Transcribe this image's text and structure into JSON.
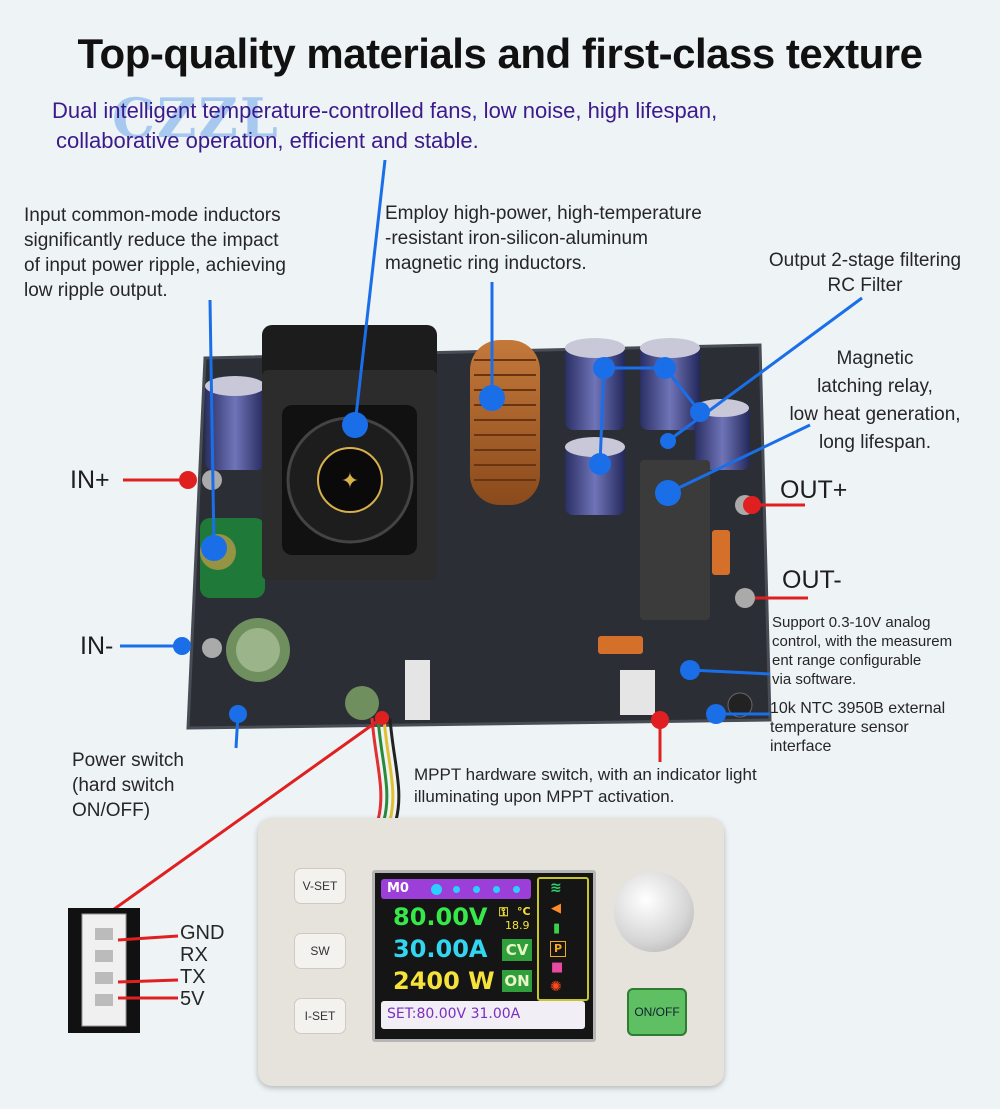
{
  "header": {
    "title": "Top-quality materials and first-class texture",
    "subtitle_line1": "Dual intelligent temperature-controlled fans, low noise, high lifespan,",
    "subtitle_line2": "collaborative operation, efficient and stable.",
    "watermark": "CZZL"
  },
  "callouts": {
    "inductor_input": [
      "Input common-mode inductors",
      "significantly reduce the impact",
      "of input power ripple, achieving",
      "low ripple output."
    ],
    "ring_inductor": [
      "Employ high-power, high-temperature",
      "-resistant iron-silicon-aluminum",
      "magnetic ring inductors."
    ],
    "output_filter": [
      "Output 2-stage filtering",
      "RC Filter"
    ],
    "relay": [
      "Magnetic",
      "latching relay,",
      "low heat generation,",
      "long lifespan."
    ],
    "analog": [
      "Support 0.3-10V analog",
      "control, with the measurem",
      "ent range configurable",
      "via software."
    ],
    "ntc": [
      "10k NTC 3950B external",
      "temperature sensor",
      "interface"
    ],
    "mppt": [
      "MPPT hardware switch, with an indicator light",
      "illuminating upon MPPT activation."
    ],
    "power_switch": [
      "Power switch",
      "(hard switch",
      "ON/OFF)"
    ]
  },
  "terminals": {
    "in_plus": "IN+",
    "in_minus": "IN-",
    "out_plus": "OUT+",
    "out_minus": "OUT-"
  },
  "connector_pins": [
    "GND",
    "RX",
    "TX",
    "5V"
  ],
  "controller": {
    "btn_vset": "V-SET",
    "btn_sw": "SW",
    "btn_iset": "I-SET",
    "btn_onoff": "ON/OFF",
    "screen": {
      "mode": "M0",
      "voltage": "80.00V",
      "current": "30.00A",
      "power": "2400 W",
      "temp_unit": "°C",
      "temp": "18.9",
      "cv": "CV",
      "on": "ON",
      "p_badge": "P",
      "setpoint": "SET:80.00V 31.00A"
    }
  },
  "colors": {
    "callout_blue": "#1a6fe8",
    "terminal_red": "#e02020",
    "subtitle_purple": "#3b1a8c",
    "readout_green": "#36e84a",
    "readout_cyan": "#33d6f0",
    "readout_yellow": "#f5e23a"
  }
}
